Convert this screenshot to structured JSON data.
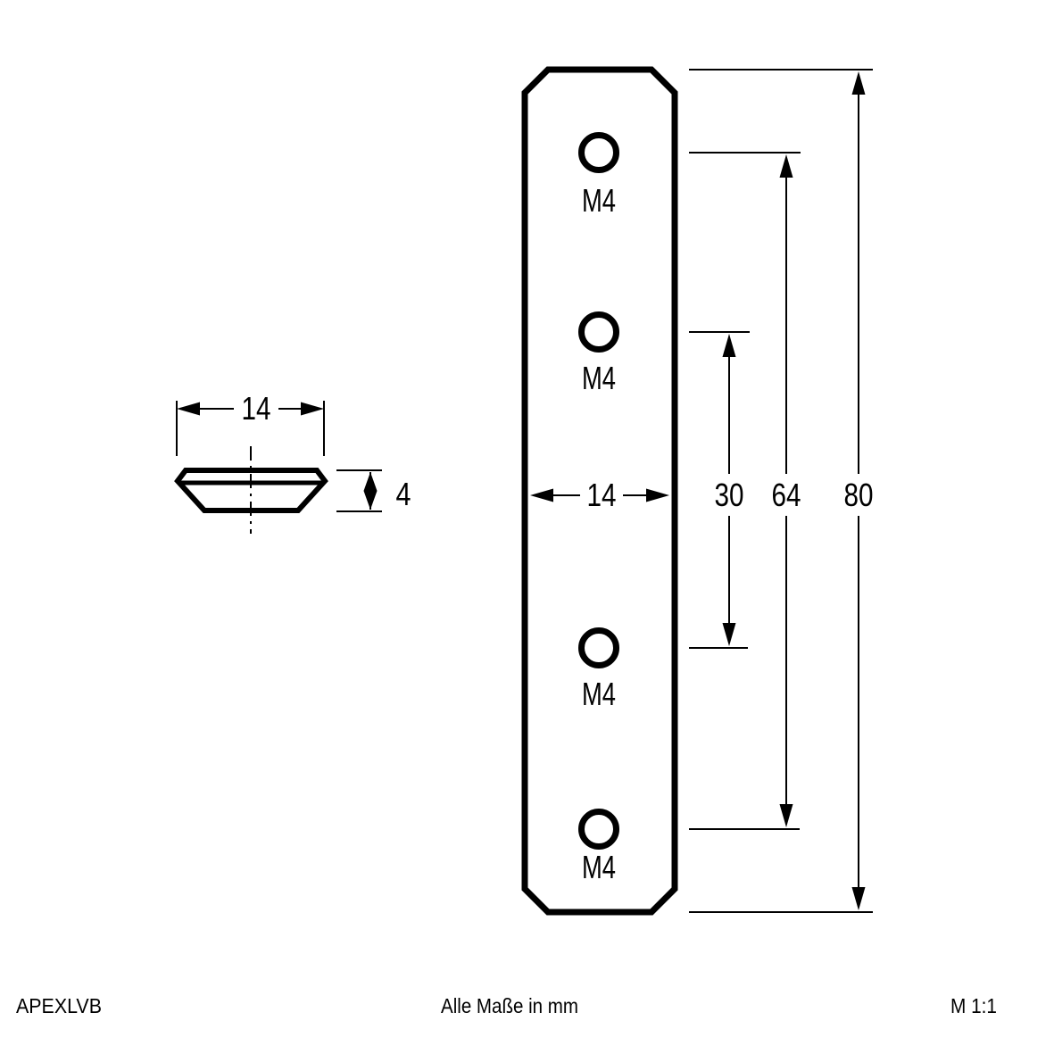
{
  "colors": {
    "ink": "#000000",
    "paper": "#ffffff"
  },
  "views": {
    "side_view": {
      "width_dim": "14",
      "thickness_dim": "4"
    },
    "front_view": {
      "width_dim": "14",
      "holes": [
        {
          "label": "M4"
        },
        {
          "label": "M4"
        },
        {
          "label": "M4"
        },
        {
          "label": "M4"
        }
      ]
    },
    "vertical_dims": {
      "inner_hole_spacing": "30",
      "outer_hole_spacing": "64",
      "overall_length": "80"
    }
  },
  "footer": {
    "part_code": "APEXLVB",
    "note": "Alle Maße in mm",
    "scale": "M 1:1"
  }
}
